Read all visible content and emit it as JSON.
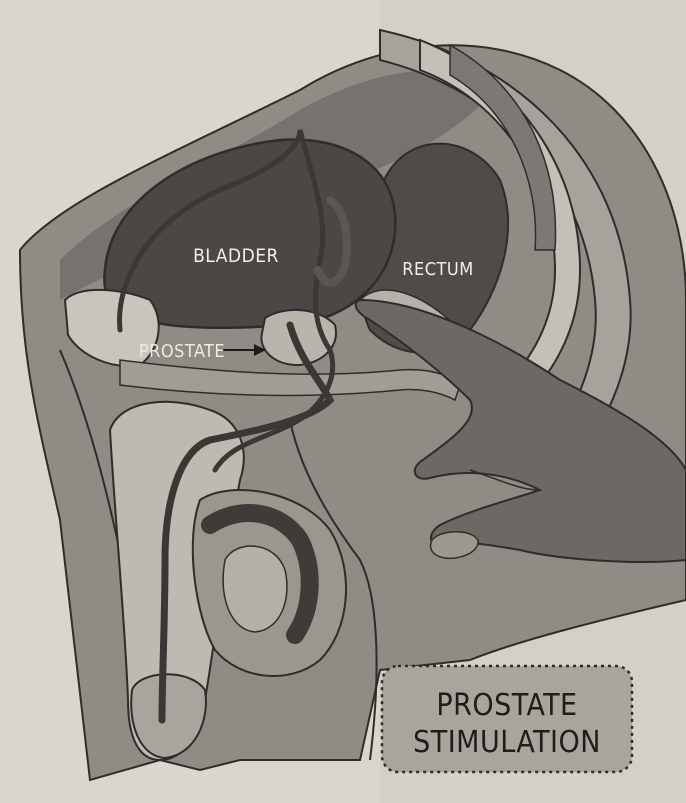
{
  "labels": {
    "bladder": "BLADDER",
    "rectum": "RECTUM",
    "prostate": "PROSTATE"
  },
  "caption": {
    "line1": "PROSTATE",
    "line2": "STIMULATION"
  },
  "colors": {
    "paper": "#d8d5cc",
    "skin_mid": "#8f8c86",
    "skin_dark": "#5e5b57",
    "organ_dark": "#4a4744",
    "organ_light": "#b9b6ae",
    "outline": "#2f2c2a",
    "caption_box": "#a9a59d"
  }
}
